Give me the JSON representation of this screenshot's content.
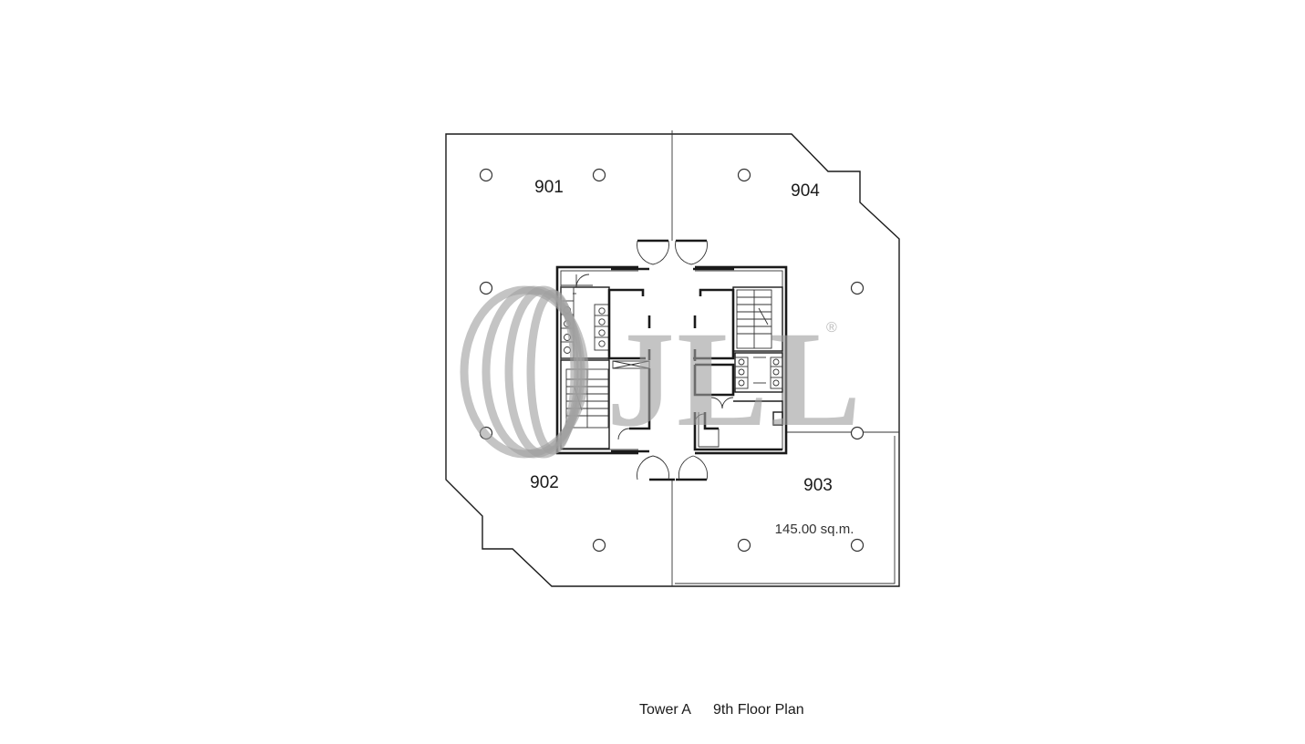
{
  "units": {
    "u901": {
      "label": "901"
    },
    "u902": {
      "label": "902"
    },
    "u903": {
      "label": "903",
      "area": "145.00 sq.m."
    },
    "u904": {
      "label": "904"
    }
  },
  "watermark": {
    "logo_text": "JLL",
    "registered_mark": "®",
    "color": "#a0a0a0"
  },
  "caption": {
    "tower": "Tower A",
    "floor": "9th Floor Plan"
  },
  "colors": {
    "wall": "#1a1a1a",
    "background": "#ffffff"
  }
}
